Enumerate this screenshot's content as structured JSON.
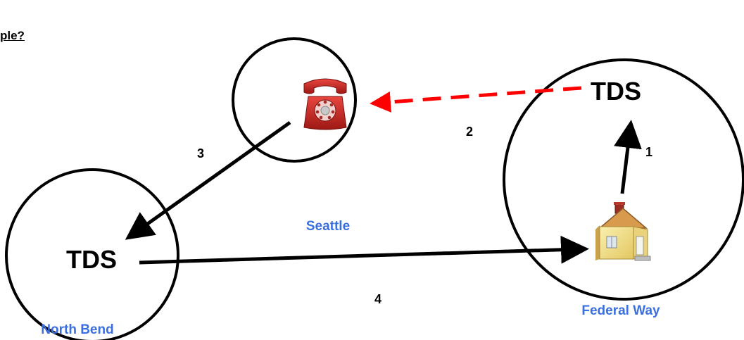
{
  "heading_fragment": "ple?",
  "nodes": {
    "seattle": {
      "label": "Seattle",
      "icon": "telephone-icon"
    },
    "federal_way": {
      "label": "Federal Way",
      "tds": "TDS",
      "icon": "house-icon"
    },
    "north_bend": {
      "label": "North Bend",
      "tds": "TDS"
    }
  },
  "steps": [
    "1",
    "2",
    "3",
    "4"
  ],
  "colors": {
    "place_label": "#3b6fe0",
    "dashed_arrow": "#ff0000",
    "arrow": "#000000",
    "phone": "#c0201c",
    "house_wall": "#f4e08a",
    "house_roof": "#8a5a2c"
  }
}
